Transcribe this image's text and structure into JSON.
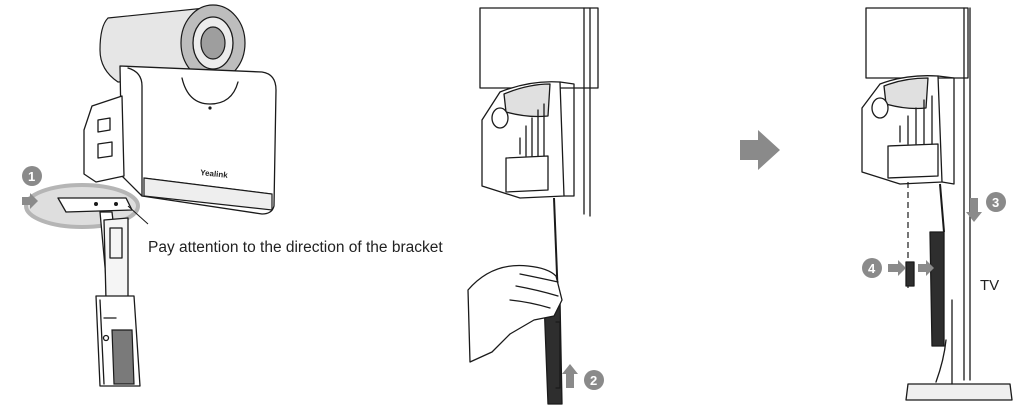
{
  "callout_text": "Pay attention to the direction of the bracket",
  "brand_label": "Yealink",
  "tv_label": "TV",
  "steps": [
    "1",
    "2",
    "3",
    "4"
  ],
  "colors": {
    "step_badge": "#8a8a8a",
    "arrow": "#8a8a8a",
    "highlight_ellipse": "#cfcfcf",
    "line": "#1a1a1a"
  },
  "icons": {
    "step_arrow": "right-arrow-icon",
    "down_arrow": "down-arrow-icon",
    "up_arrow": "up-arrow-icon"
  }
}
